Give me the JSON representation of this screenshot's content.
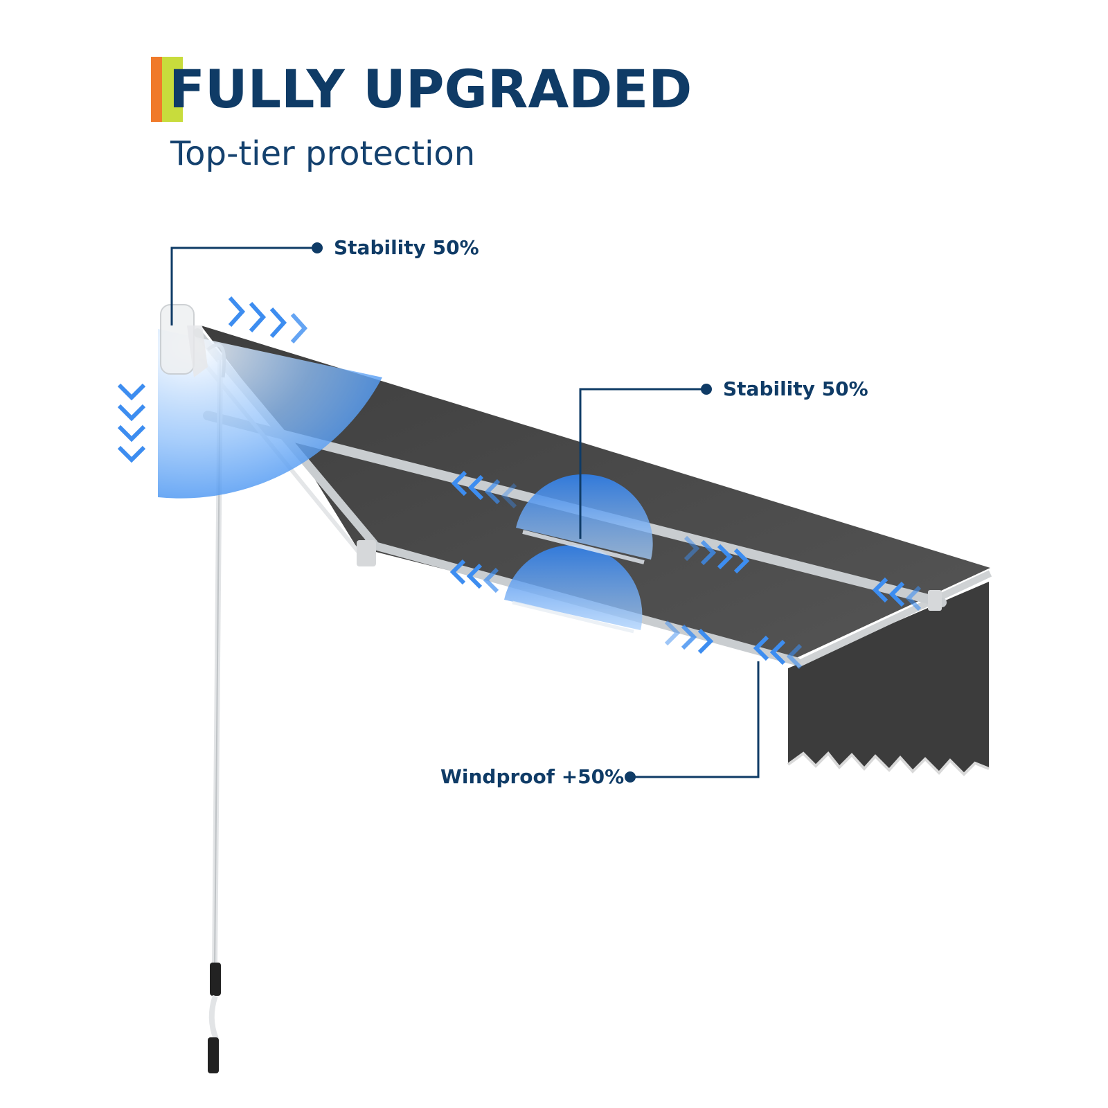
{
  "header": {
    "title": "FULLY UPGRADED",
    "subtitle": "Top-tier protection"
  },
  "callouts": {
    "top_stability": "Stability 50%",
    "mid_stability": "Stability 50%",
    "windproof": "Windproof +50%"
  },
  "colors": {
    "title_text": "#0f3b66",
    "accent_orange": "#f07a2a",
    "accent_lime": "#c8dc3c",
    "fabric": "#4a4a4a",
    "highlight_blue": "#3d8df0"
  },
  "icons": {
    "direction_marker": "chevron-arrows-icon",
    "callout_marker": "dot-icon"
  }
}
